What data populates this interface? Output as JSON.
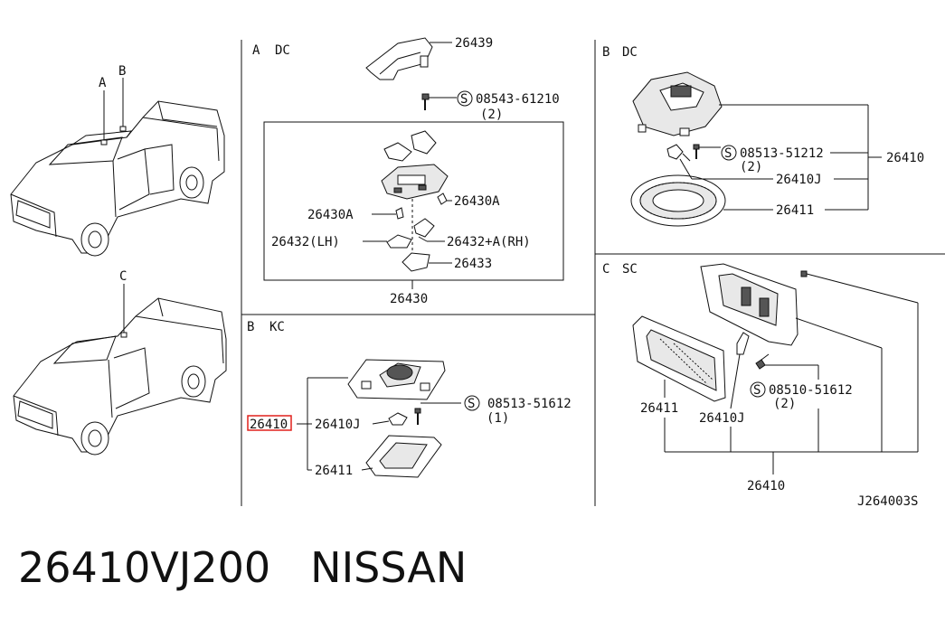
{
  "sections": {
    "a_dc": {
      "letter": "A",
      "name": "DC"
    },
    "b_dc": {
      "letter": "B",
      "name": "DC"
    },
    "b_kc": {
      "letter": "B",
      "name": "KC"
    },
    "c_sc": {
      "letter": "C",
      "name": "SC"
    }
  },
  "truck_labels": {
    "a": "A",
    "b": "B",
    "c": "C"
  },
  "parts": {
    "p26439": "26439",
    "screw_08543": "08543-61210",
    "qty_a": "(2)",
    "p26430A_right": "26430A",
    "p26430A_left": "26430A",
    "p26432_lh": "26432(LH)",
    "p26432_rh": "26432+A(RH)",
    "p26433": "26433",
    "p26430": "26430",
    "bdc_screw": "08513-51212",
    "bdc_qty": "(2)",
    "bdc_26410": "26410",
    "bdc_26410J": "26410J",
    "bdc_26411": "26411",
    "bkc_26410": "26410",
    "bkc_26410J": "26410J",
    "bkc_screw": "08513-51612",
    "bkc_qty": "(1)",
    "bkc_26411": "26411",
    "csc_26411": "26411",
    "csc_26410J": "26410J",
    "csc_screw": "08510-51612",
    "csc_qty": "(2)",
    "csc_26410": "26410"
  },
  "symbols": {
    "s1": "S",
    "s2": "S",
    "s3": "S",
    "s4": "S"
  },
  "diagram_code": "J264003S",
  "footer": {
    "part_number": "26410VJ200",
    "brand": "NISSAN"
  },
  "colors": {
    "highlight": "#e0201b",
    "line": "#111111"
  }
}
